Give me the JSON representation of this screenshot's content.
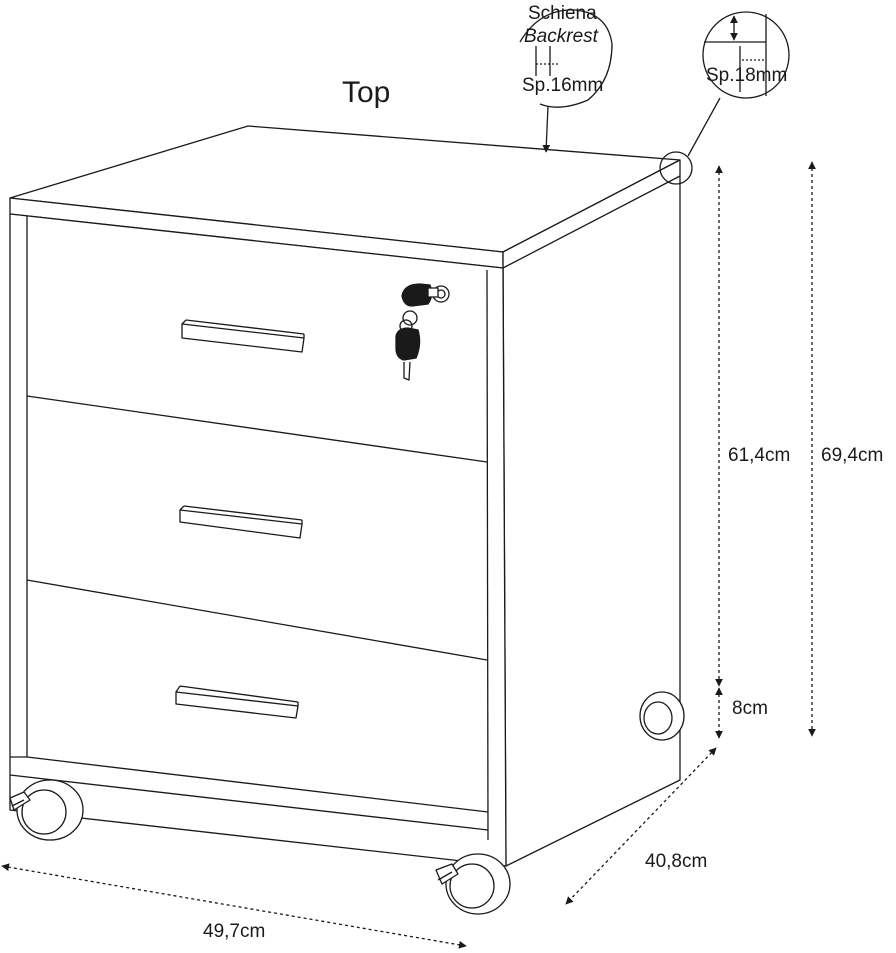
{
  "labels": {
    "top": "Top",
    "backrest_it": "Schiena",
    "backrest_en": "Backrest",
    "backrest_thickness": "Sp.16mm",
    "top_thickness": "Sp.18mm",
    "height_body": "61,4cm",
    "height_total": "69,4cm",
    "height_wheels": "8cm",
    "depth": "40,8cm",
    "width": "49,7cm"
  },
  "dimensions": {
    "width_cm": 49.7,
    "depth_cm": 40.8,
    "height_body_cm": 61.4,
    "height_total_cm": 69.4,
    "wheel_height_cm": 8,
    "backrest_thickness_mm": 16,
    "top_thickness_mm": 18
  },
  "drawer_count": 3,
  "colors": {
    "line": "#1a1a1a",
    "lock": "#1a1a1a",
    "background": "#ffffff"
  }
}
